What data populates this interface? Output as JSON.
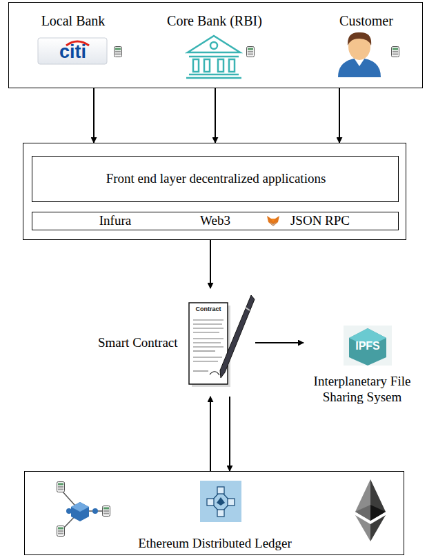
{
  "diagram": {
    "nodes": [
      {
        "text": [
          "Local Bank",
          "Core Bank (RBI)",
          "Customer"
        ]
      },
      {
        "text": []
      },
      {
        "text": [
          "Front end layer decentralized applications"
        ],
        "in": 1
      },
      {
        "text": [
          "Infura",
          "Web3",
          "JSON RPC"
        ],
        "in": 1
      },
      {
        "text": [
          "Smart Contract"
        ]
      },
      {
        "text": [
          "IPFS",
          "Interplanetary File Sharing Sysem"
        ]
      },
      {
        "text": [
          "Ethereum Distributed Ledger"
        ]
      }
    ],
    "edges": [
      {
        "from": 0,
        "to": 1,
        "arrow": "to"
      },
      {
        "from": 0,
        "to": 1,
        "arrow": "to"
      },
      {
        "from": 0,
        "to": 1,
        "arrow": "to"
      },
      {
        "from": 1,
        "to": 4,
        "arrow": "to"
      },
      {
        "from": 4,
        "to": 5,
        "arrow": "to"
      },
      {
        "from": 6,
        "to": 4,
        "arrow": "to"
      },
      {
        "from": 4,
        "to": 6,
        "arrow": "to"
      }
    ],
    "labels": [
      "citi",
      "Contract"
    ]
  }
}
